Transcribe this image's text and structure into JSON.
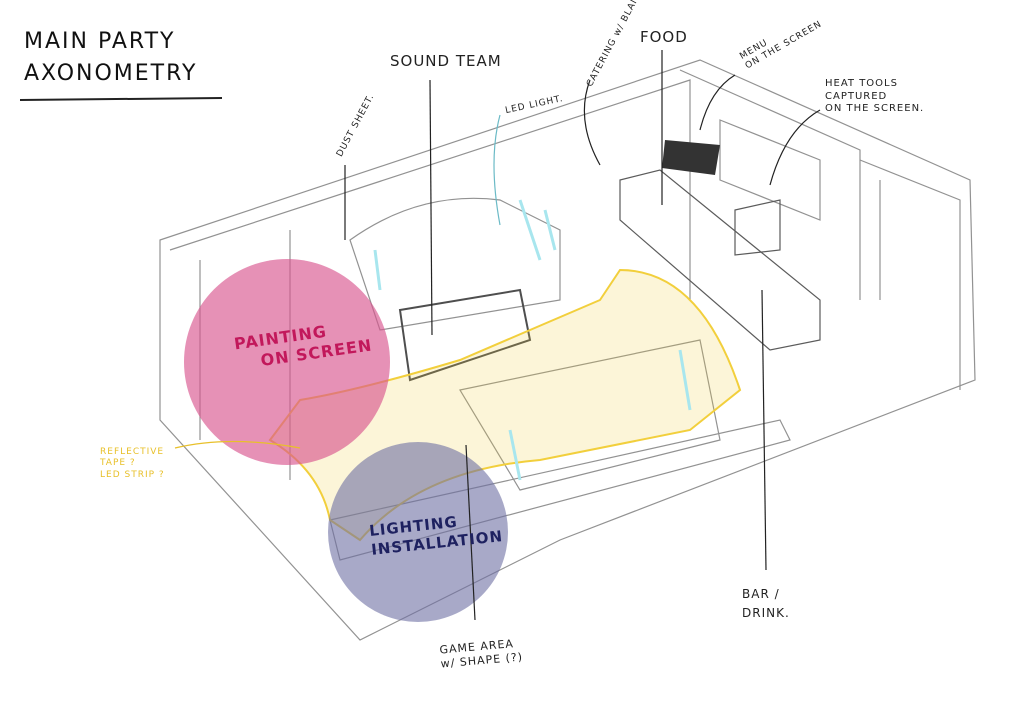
{
  "title": {
    "line1": "MAIN PARTY",
    "line2": "AXONOMETRY"
  },
  "labels": {
    "sound_team": "SOUND TEAM",
    "dust_sheet": "DUST SHEET.",
    "led_light": "LED LIGHT.",
    "catering": "CATERING w/ BLANKET.",
    "food": "FOOD",
    "menu": {
      "line1": "MENU",
      "line2": "ON THE SCREEN"
    },
    "heat_tools": {
      "line1": "HEAT TOOLS",
      "line2": "CAPTURED",
      "line3": "ON THE SCREEN."
    },
    "painting": {
      "line1": "PAINTING",
      "line2": "ON SCREEN"
    },
    "lighting": {
      "line1": "LIGHTING",
      "line2": "INSTALLATION"
    },
    "reflective": {
      "line1": "REFLECTIVE",
      "line2": "TAPE ?",
      "line3": "LED STRIP ?"
    },
    "game_area": {
      "line1": "GAME AREA",
      "line2": "w/ SHAPE (?)"
    },
    "bar": {
      "line1": "BAR /",
      "line2": "DRINK."
    }
  },
  "colors": {
    "pink": "#d9568f",
    "navy": "#6e6fa3",
    "yellow": "#f2cf3c",
    "cyan": "#a8e6ee",
    "pencil": "#555555"
  }
}
